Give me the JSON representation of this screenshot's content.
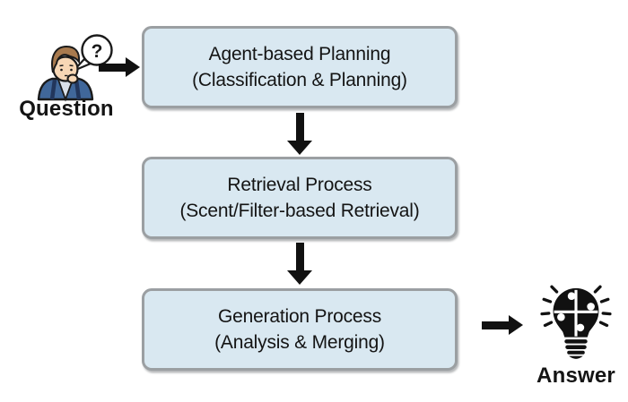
{
  "question": {
    "label": "Question",
    "bubble_char": "?",
    "icon": "person-thinking-icon"
  },
  "steps": [
    {
      "title": "Agent-based Planning",
      "subtitle": "(Classification & Planning)"
    },
    {
      "title": "Retrieval Process",
      "subtitle": "(Scent/Filter-based Retrieval)"
    },
    {
      "title": "Generation Process",
      "subtitle": "(Analysis & Merging)"
    }
  ],
  "answer": {
    "label": "Answer",
    "icon": "lightbulb-puzzle-icon"
  },
  "colors": {
    "box_fill": "#d9e8f1",
    "box_border": "#9b9fa2",
    "arrow": "#111111",
    "text": "#141414",
    "background": "#ffffff",
    "jacket_blue": "#40679a",
    "hair_brown": "#a87a4e",
    "skin": "#f7d7b5"
  }
}
